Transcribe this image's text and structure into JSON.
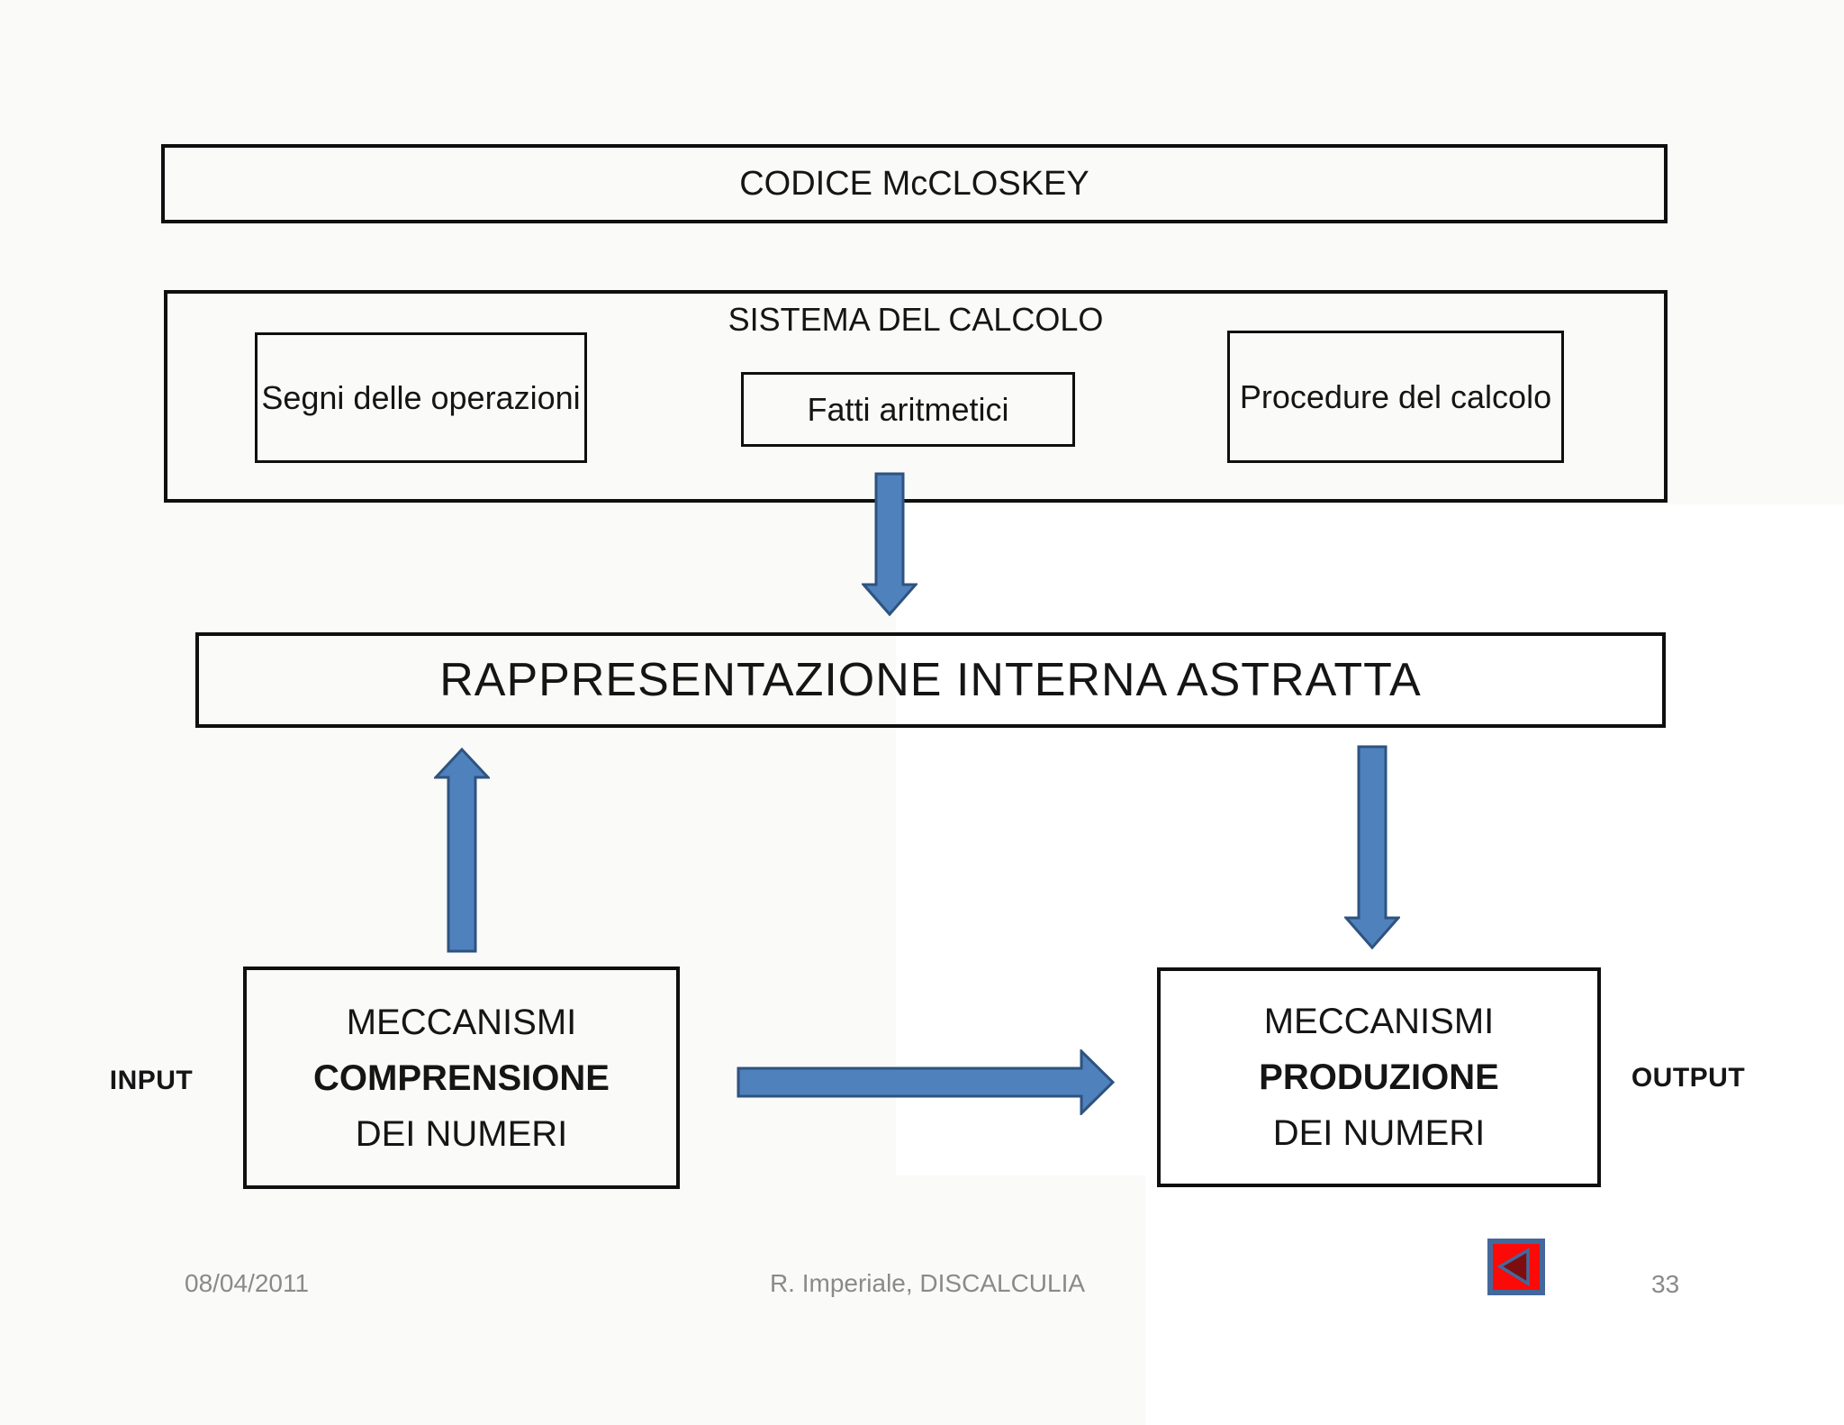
{
  "top_box": {
    "label": "CODICE McCLOSKEY"
  },
  "calc_system": {
    "title": "SISTEMA DEL CALCOLO",
    "signs_label": "Segni delle operazioni",
    "facts_label": "Fatti aritmetici",
    "procedures_label": "Procedure del calcolo"
  },
  "abstract_box": {
    "label": "RAPPRESENTAZIONE INTERNA ASTRATTA"
  },
  "input_box": {
    "line1": "MECCANISMI",
    "line2": "COMPRENSIONE",
    "line3": "DEI NUMERI"
  },
  "output_box": {
    "line1": "MECCANISMI",
    "line2": "PRODUZIONE",
    "line3": "DEI NUMERI"
  },
  "side_labels": {
    "input": "INPUT",
    "output": "OUTPUT"
  },
  "footer": {
    "date": "08/04/2011",
    "credit": "R. Imperiale, DISCALCULIA",
    "page_number": "33"
  },
  "icons": {
    "back_button": "left-pointing-triangle-icon"
  },
  "colors": {
    "arrow_fill": "#4f81bd",
    "arrow_stroke": "#2e537f",
    "box_border": "#0f0f0f",
    "footer_text": "#8a8a8a",
    "button_red": "#fb0a07",
    "button_border": "#44689b",
    "button_triangle": "#7e0d10"
  }
}
